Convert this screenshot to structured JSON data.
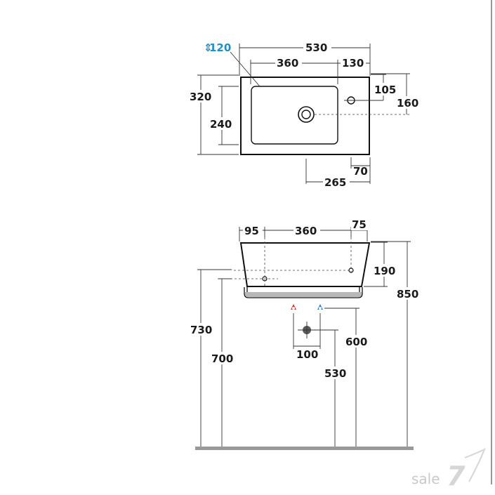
{
  "top_view": {
    "depth_label": "120",
    "width_530": "530",
    "width_360": "360",
    "width_130": "130",
    "height_320": "320",
    "height_240": "240",
    "tap_105": "105",
    "tap_160": "160",
    "drain_70": "70",
    "drain_265": "265"
  },
  "front_view": {
    "w_95": "95",
    "w_360": "360",
    "w_75": "75",
    "h_190": "190",
    "h_850": "850",
    "h_730": "730",
    "h_700": "700",
    "h_600": "600",
    "h_530": "530",
    "spacing_100": "100"
  },
  "colors": {
    "hot": "#d9342b",
    "cold": "#2f7fd0",
    "towel_bar": "#b8b8b8",
    "floor": "#999999",
    "accent": "#1f8fc6"
  },
  "logo": {
    "text": "sale",
    "mark": "7"
  }
}
